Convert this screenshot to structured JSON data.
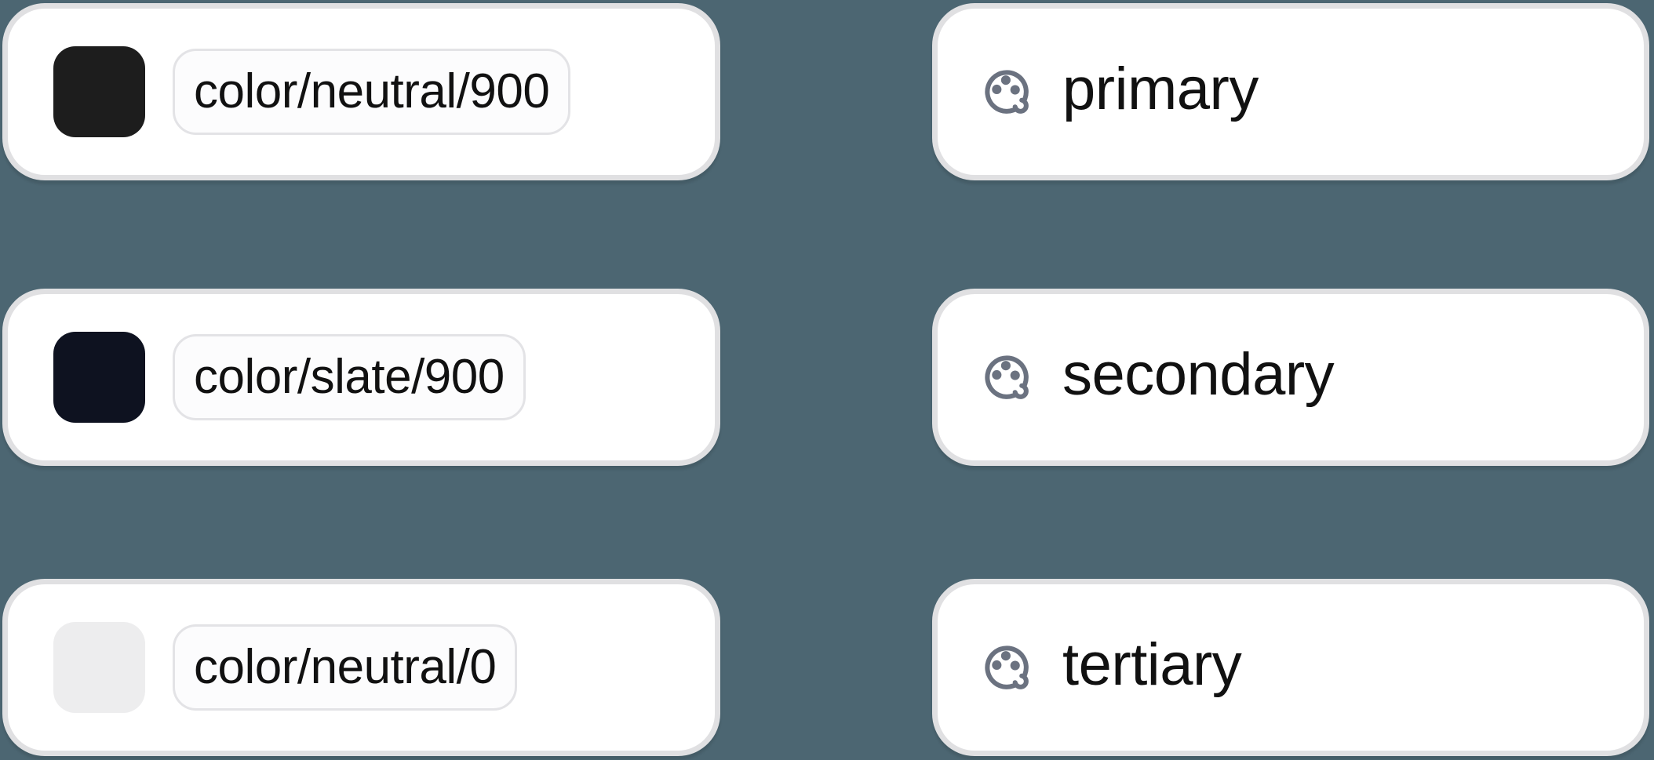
{
  "background_color": "#4c6672",
  "colors": {
    "card_background": "#ffffff",
    "card_border": "#e0e0e2",
    "pill_background": "#fcfcfd",
    "pill_border": "#e3e3e6",
    "text": "#111111",
    "icon_gray": "#6b7280"
  },
  "left_cards": [
    {
      "label": "color/neutral/900",
      "swatch_color": "#1d1d1d"
    },
    {
      "label": "color/slate/900",
      "swatch_color": "#0e1220"
    },
    {
      "label": "color/neutral/0",
      "swatch_color": "#ededee"
    }
  ],
  "right_cards": [
    {
      "icon": "palette-icon",
      "label": "primary"
    },
    {
      "icon": "palette-icon",
      "label": "secondary"
    },
    {
      "icon": "palette-icon",
      "label": "tertiary"
    }
  ]
}
